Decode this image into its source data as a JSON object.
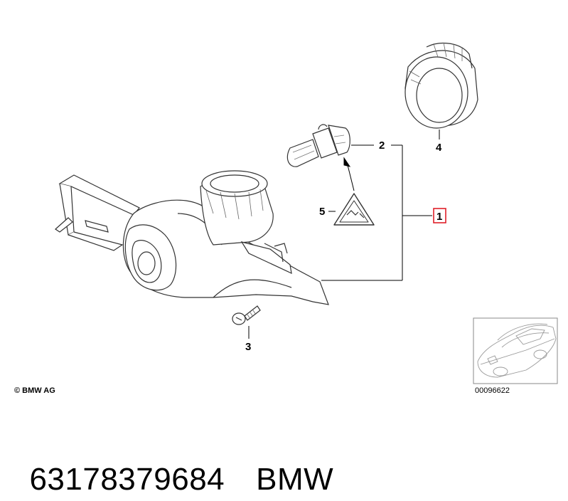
{
  "callouts": {
    "c1": "1",
    "c2": "2",
    "c3": "3",
    "c4": "4",
    "c5": "5"
  },
  "copyright": "© BMW AG",
  "reference_number": "00096622",
  "caption": {
    "part_number": "63178379684",
    "brand": "BMW"
  },
  "colors": {
    "highlight": "#e0202a",
    "line": "#000000",
    "stroke_gray": "#555555"
  }
}
